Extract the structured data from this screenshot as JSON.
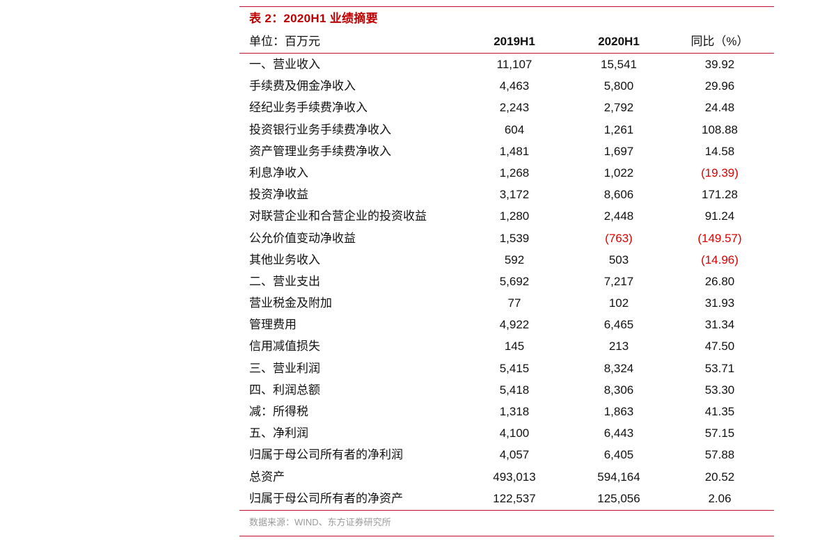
{
  "table": {
    "title": "表 2：2020H1 业绩摘要",
    "headers": [
      "单位：百万元",
      "2019H1",
      "2020H1",
      "同比（%）"
    ],
    "rows": [
      {
        "label": "一、营业收入",
        "v2019": "11,107",
        "v2020": "15,541",
        "yoy": "39.92",
        "neg2020": false,
        "negYoy": false
      },
      {
        "label": "手续费及佣金净收入",
        "v2019": "4,463",
        "v2020": "5,800",
        "yoy": "29.96",
        "neg2020": false,
        "negYoy": false
      },
      {
        "label": "经纪业务手续费净收入",
        "v2019": "2,243",
        "v2020": "2,792",
        "yoy": "24.48",
        "neg2020": false,
        "negYoy": false
      },
      {
        "label": "投资银行业务手续费净收入",
        "v2019": "604",
        "v2020": "1,261",
        "yoy": "108.88",
        "neg2020": false,
        "negYoy": false
      },
      {
        "label": "资产管理业务手续费净收入",
        "v2019": "1,481",
        "v2020": "1,697",
        "yoy": "14.58",
        "neg2020": false,
        "negYoy": false
      },
      {
        "label": "利息净收入",
        "v2019": "1,268",
        "v2020": "1,022",
        "yoy": "(19.39)",
        "neg2020": false,
        "negYoy": true
      },
      {
        "label": "投资净收益",
        "v2019": "3,172",
        "v2020": "8,606",
        "yoy": "171.28",
        "neg2020": false,
        "negYoy": false
      },
      {
        "label": "对联营企业和合营企业的投资收益",
        "v2019": "1,280",
        "v2020": "2,448",
        "yoy": "91.24",
        "neg2020": false,
        "negYoy": false
      },
      {
        "label": "公允价值变动净收益",
        "v2019": "1,539",
        "v2020": "(763)",
        "yoy": "(149.57)",
        "neg2020": true,
        "negYoy": true
      },
      {
        "label": "其他业务收入",
        "v2019": "592",
        "v2020": "503",
        "yoy": "(14.96)",
        "neg2020": false,
        "negYoy": true
      },
      {
        "label": "二、营业支出",
        "v2019": "5,692",
        "v2020": "7,217",
        "yoy": "26.80",
        "neg2020": false,
        "negYoy": false
      },
      {
        "label": "营业税金及附加",
        "v2019": "77",
        "v2020": "102",
        "yoy": "31.93",
        "neg2020": false,
        "negYoy": false
      },
      {
        "label": "管理费用",
        "v2019": "4,922",
        "v2020": "6,465",
        "yoy": "31.34",
        "neg2020": false,
        "negYoy": false
      },
      {
        "label": "信用减值损失",
        "v2019": "145",
        "v2020": "213",
        "yoy": "47.50",
        "neg2020": false,
        "negYoy": false
      },
      {
        "label": "三、营业利润",
        "v2019": "5,415",
        "v2020": "8,324",
        "yoy": "53.71",
        "neg2020": false,
        "negYoy": false
      },
      {
        "label": "四、利润总额",
        "v2019": "5,418",
        "v2020": "8,306",
        "yoy": "53.30",
        "neg2020": false,
        "negYoy": false
      },
      {
        "label": "减：所得税",
        "v2019": "1,318",
        "v2020": "1,863",
        "yoy": "41.35",
        "neg2020": false,
        "negYoy": false
      },
      {
        "label": "五、净利润",
        "v2019": "4,100",
        "v2020": "6,443",
        "yoy": "57.15",
        "neg2020": false,
        "negYoy": false
      },
      {
        "label": "归属于母公司所有者的净利润",
        "v2019": "4,057",
        "v2020": "6,405",
        "yoy": "57.88",
        "neg2020": false,
        "negYoy": false
      },
      {
        "label": "总资产",
        "v2019": "493,013",
        "v2020": "594,164",
        "yoy": "20.52",
        "neg2020": false,
        "negYoy": false
      },
      {
        "label": "归属于母公司所有者的净资产",
        "v2019": "122,537",
        "v2020": "125,056",
        "yoy": "2.06",
        "neg2020": false,
        "negYoy": false
      }
    ],
    "source": "数据来源：WIND、东方证券研究所",
    "colors": {
      "accent_red": "#c8102e",
      "title_red": "#c00000",
      "negative_red": "#e00000",
      "source_gray": "#9a9a9a"
    }
  }
}
